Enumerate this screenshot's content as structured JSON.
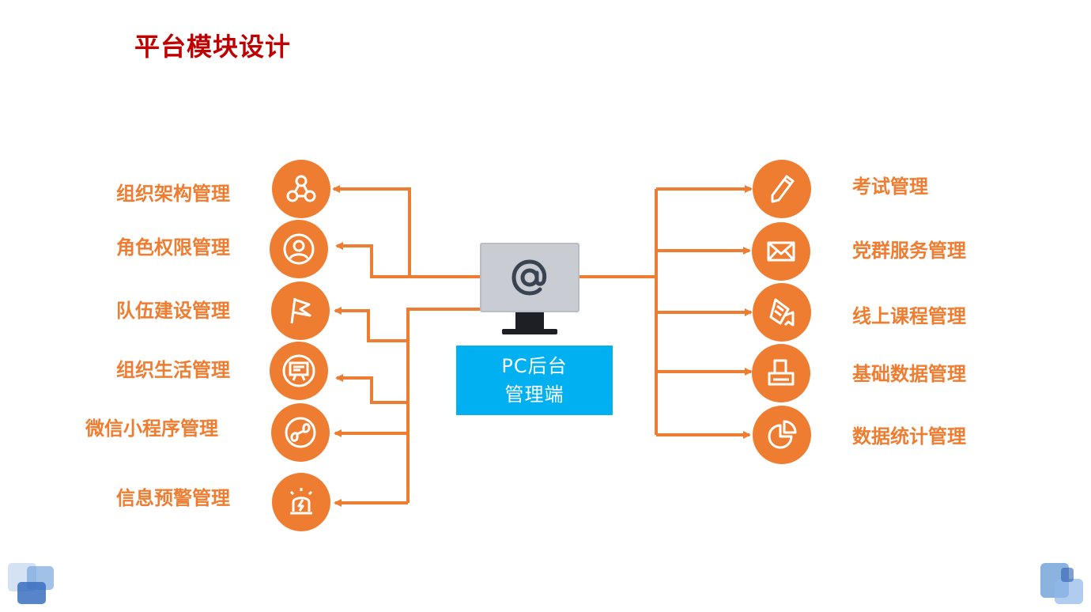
{
  "title": "平台模块设计",
  "center": {
    "line1": "PC后台",
    "line2": "管理端",
    "icon": "at-sign-icon"
  },
  "left_modules": [
    {
      "label": "组织架构管理",
      "icon": "org-structure-icon"
    },
    {
      "label": "角色权限管理",
      "icon": "user-profile-icon"
    },
    {
      "label": "队伍建设管理",
      "icon": "flag-icon"
    },
    {
      "label": "组织生活管理",
      "icon": "presentation-board-icon"
    },
    {
      "label": "微信小程序管理",
      "icon": "mini-program-icon"
    },
    {
      "label": "信息预警管理",
      "icon": "alarm-light-icon"
    }
  ],
  "right_modules": [
    {
      "label": "考试管理",
      "icon": "pencil-icon"
    },
    {
      "label": "党群服务管理",
      "icon": "envelope-icon"
    },
    {
      "label": "线上课程管理",
      "icon": "scroll-certificate-icon"
    },
    {
      "label": "基础数据管理",
      "icon": "printer-icon"
    },
    {
      "label": "数据统计管理",
      "icon": "pie-chart-icon"
    }
  ],
  "colors": {
    "title": "#c00000",
    "accent": "#ef7d31",
    "center_box": "#00b0f0",
    "monitor_icon": "#3a4352",
    "deco_blue": "#6f9fd8"
  }
}
